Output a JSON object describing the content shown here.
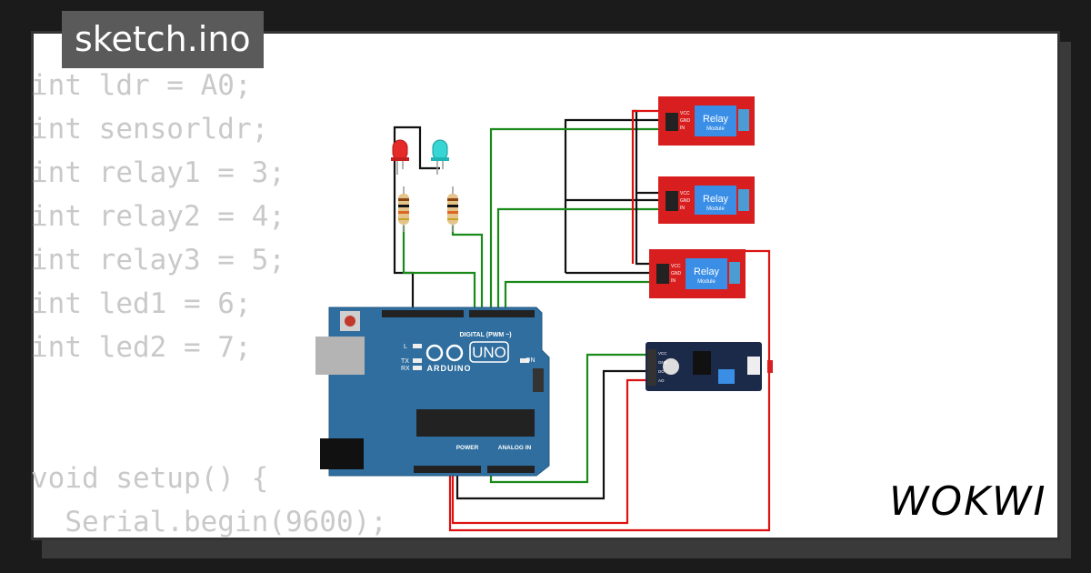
{
  "file_tab": {
    "name": "sketch.ino"
  },
  "code": {
    "lines": [
      "int ldr = A0;",
      "int sensorldr;",
      "int relay1 = 3;",
      "int relay2 = 4;",
      "int relay3 = 5;",
      "int led1 = 6;",
      "int led2 = 7;",
      "",
      "",
      "void setup() {",
      "  Serial.begin(9600);"
    ]
  },
  "brand": {
    "name": "WOKWI"
  },
  "arduino": {
    "logo": "UNO",
    "name": "ARDUINO",
    "digital_label": "DIGITAL (PWM ~)",
    "power_label": "POWER",
    "analog_label": "ANALOG IN",
    "on_label": "ON",
    "l_label": "L",
    "tx_label": "TX",
    "rx_label": "RX"
  },
  "relays": [
    {
      "title": "Relay",
      "subtitle": "Module",
      "pins": [
        "VCC",
        "GND",
        "IN"
      ]
    },
    {
      "title": "Relay",
      "subtitle": "Module",
      "pins": [
        "VCC",
        "GND",
        "IN"
      ]
    },
    {
      "title": "Relay",
      "subtitle": "Module",
      "pins": [
        "VCC",
        "GND",
        "IN"
      ]
    }
  ],
  "sensor": {
    "pins": [
      "VCC",
      "GND",
      "DO",
      "AO"
    ]
  },
  "colors": {
    "board": "#2f6e9e",
    "relay": "#d81e1e",
    "wire_black": "#111111",
    "wire_green": "#1a8a1a",
    "wire_red": "#dd1111",
    "sensor": "#1c2a4a"
  }
}
